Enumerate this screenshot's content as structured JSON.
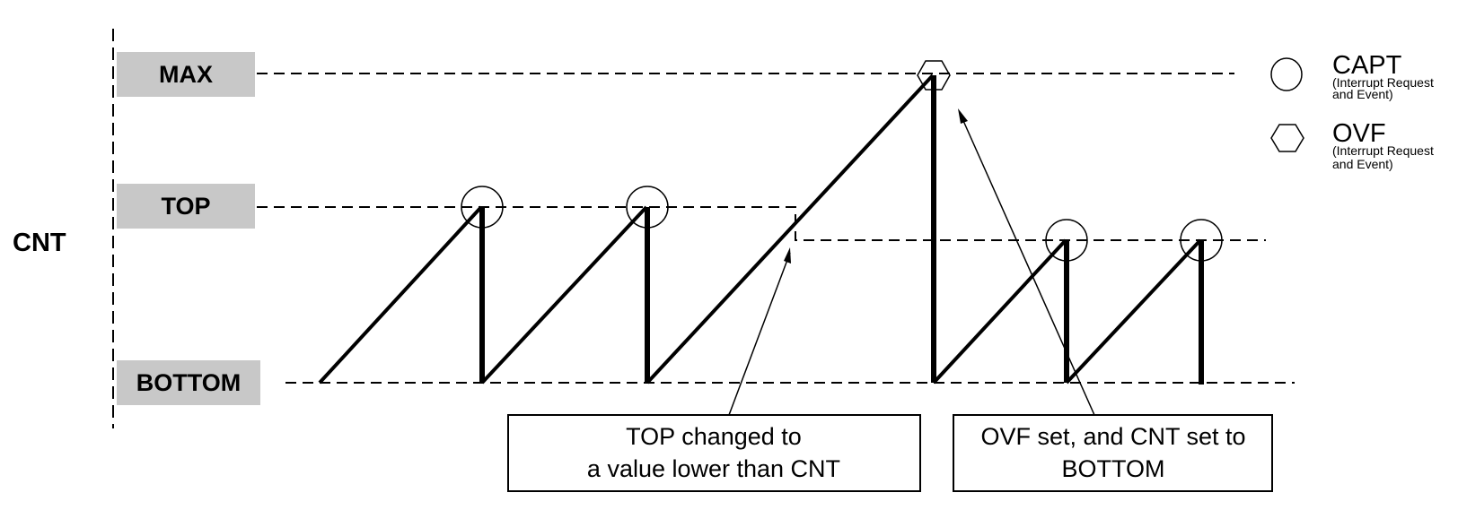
{
  "axis_label": "CNT",
  "levels": {
    "max": "MAX",
    "top": "TOP",
    "bottom": "BOTTOM"
  },
  "annotations": {
    "top_changed": [
      "TOP changed to",
      "a value lower than CNT"
    ],
    "ovf_set": [
      "OVF set, and CNT set to",
      "BOTTOM"
    ]
  },
  "legend": {
    "capt": {
      "label": "CAPT",
      "sub": [
        "(Interrupt Request",
        "and Event)"
      ],
      "icon": "circle-icon"
    },
    "ovf": {
      "label": "OVF",
      "sub": [
        "(Interrupt Request",
        "and Event)"
      ],
      "icon": "hexagon-icon"
    }
  },
  "colors": {
    "level_box": "#c8c8c8",
    "line": "#000000"
  }
}
